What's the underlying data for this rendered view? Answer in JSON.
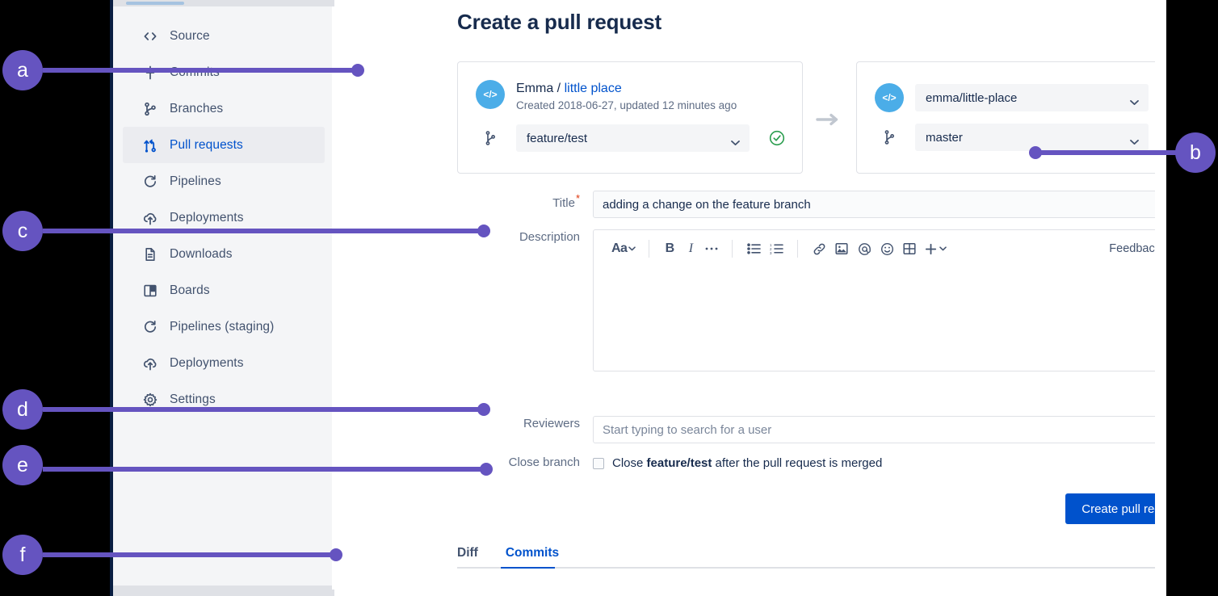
{
  "app": {
    "page_title": "Create a pull request"
  },
  "sidebar": {
    "items": [
      {
        "label": "Source",
        "icon": "code-brackets-icon",
        "active": false
      },
      {
        "label": "Commits",
        "icon": "commits-icon",
        "active": false
      },
      {
        "label": "Branches",
        "icon": "branches-icon",
        "active": false
      },
      {
        "label": "Pull requests",
        "icon": "pull-request-icon",
        "active": true
      },
      {
        "label": "Pipelines",
        "icon": "pipelines-icon",
        "active": false
      },
      {
        "label": "Deployments",
        "icon": "deployments-cloud-icon",
        "active": false
      },
      {
        "label": "Downloads",
        "icon": "downloads-file-icon",
        "active": false
      },
      {
        "label": "Boards",
        "icon": "boards-icon",
        "active": false
      },
      {
        "label": "Pipelines (staging)",
        "icon": "pipelines-icon",
        "active": false
      },
      {
        "label": "Deployments",
        "icon": "deployments-cloud-icon",
        "active": false
      },
      {
        "label": "Settings",
        "icon": "gear-icon",
        "active": false
      }
    ]
  },
  "source_card": {
    "avatar_glyph": "</>",
    "owner": "Emma",
    "separator": " / ",
    "repo": "little place",
    "meta": "Created 2018-06-27, updated 12 minutes ago",
    "branch_value": "feature/test",
    "status": "valid"
  },
  "destination_card": {
    "avatar_glyph": "</>",
    "repo_value": "emma/little-place",
    "branch_value": "master",
    "status": "valid"
  },
  "form": {
    "title_label": "Title",
    "title_required_mark": "*",
    "title_value": "adding a change on the feature branch",
    "description_label": "Description",
    "reviewers_label": "Reviewers",
    "reviewers_placeholder": "Start typing to search for a user",
    "close_branch_label": "Close branch",
    "close_branch_text_pre": "Close ",
    "close_branch_branch": "feature/test",
    "close_branch_text_post": " after the pull request is merged",
    "close_branch_checked": false,
    "submit_label": "Create pull request"
  },
  "editor_toolbar": {
    "font_style_label": "Aa",
    "buttons": [
      "bold-icon",
      "italic-icon",
      "more-formatting-icon",
      "bullet-list-icon",
      "numbered-list-icon",
      "link-icon",
      "image-icon",
      "mention-icon",
      "emoji-icon",
      "table-icon",
      "insert-more-icon"
    ],
    "feedback_label": "Feedback",
    "help_label": "?"
  },
  "tabs": {
    "items": [
      {
        "label": "Diff",
        "active": false
      },
      {
        "label": "Commits",
        "active": true
      }
    ]
  },
  "annotations": [
    {
      "id": "a",
      "label": "a"
    },
    {
      "id": "b",
      "label": "b"
    },
    {
      "id": "c",
      "label": "c"
    },
    {
      "id": "d",
      "label": "d"
    },
    {
      "id": "e",
      "label": "e"
    },
    {
      "id": "f",
      "label": "f"
    }
  ],
  "colors": {
    "accent_blue": "#0052cc",
    "annotation_purple": "#6554c0",
    "avatar_blue": "#4bade8",
    "valid_green": "#36b37e",
    "required_red": "#de350b",
    "sidebar_bg": "#f4f5f7",
    "text_primary": "#172b4d",
    "text_muted": "#5e6c84"
  }
}
